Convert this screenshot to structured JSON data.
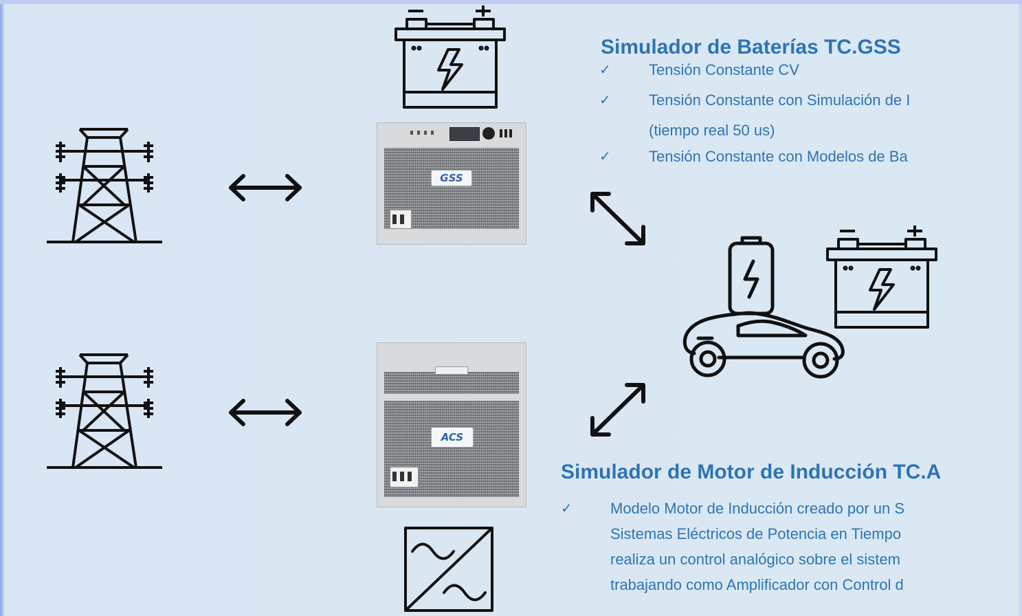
{
  "gss_block": {
    "title": "Simulador de Baterías TC.GSS",
    "features": [
      "Tensión Constante CV",
      "Tensión Constante con Simulación de I",
      "(tiempo real 50 us)",
      "Tensión Constante con Modelos de Ba"
    ],
    "device_logo": "GSS"
  },
  "acs_block": {
    "title": "Simulador de Motor de Inducción TC.A",
    "features": [
      "Modelo Motor de Inducción creado por un S",
      "Sistemas Eléctricos de Potencia en Tiempo",
      "realiza un control analógico sobre el sistem",
      "trabajando como Amplificador con Control d"
    ],
    "device_logo": "ACS"
  },
  "checkmark": "✓",
  "icons": {
    "tower_top": "power-tower-icon",
    "tower_bottom": "power-tower-icon",
    "arrow_top": "double-arrow-horizontal-icon",
    "arrow_bottom": "double-arrow-horizontal-icon",
    "battery_top": "car-battery-icon",
    "diag_top": "double-arrow-diagonal-icon",
    "diag_bottom": "double-arrow-diagonal-icon",
    "ev": "electric-car-icon",
    "battery_right": "car-battery-icon",
    "inverter": "ac-dc-converter-icon"
  },
  "colors": {
    "accent": "#2e74b5",
    "background": "#dae8f3",
    "icon": "#111111"
  }
}
